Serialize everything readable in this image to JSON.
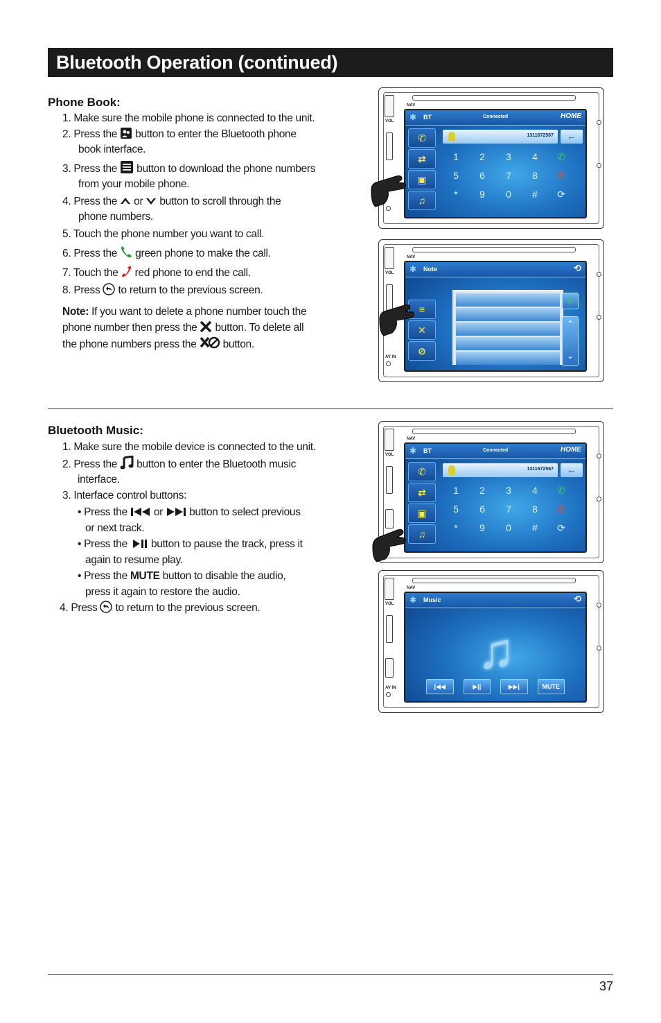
{
  "header": {
    "title": "Bluetooth Operation (continued)"
  },
  "phone_book": {
    "title": "Phone Book:",
    "steps": [
      "1. Make sure the mobile phone is connected to the unit.",
      "2. Press the",
      "button to enter the Bluetooth phone",
      "book interface.",
      "3. Press the",
      "button to download the phone numbers",
      "from your mobile phone.",
      "4. Press the",
      "or",
      "button to scroll through the",
      "phone numbers.",
      "5. Touch the phone number you want to call.",
      "6. Press the",
      "green phone to make the call.",
      "7. Touch the",
      "red phone to end the call.",
      "8. Press",
      "to return to the previous screen."
    ],
    "note_label": "Note:",
    "note_lines": [
      "If you want to delete a phone number touch the",
      "phone number then press the",
      "button. To delete all",
      "the phone numbers press the",
      "button."
    ]
  },
  "bluetooth_music": {
    "title": "Bluetooth Music:",
    "lines": [
      "1. Make sure the mobile device is connected to the unit.",
      "2. Press the",
      "button to enter the Bluetooth music",
      "interface.",
      "3. Interface control buttons:",
      "• Press the",
      "or",
      "button to select previous",
      "or next track.",
      "• Press the",
      "button to pause the track, press it",
      "again to resume play.",
      "• Press the",
      "MUTE",
      "button to disable the audio,",
      "press it again to restore the audio.",
      "4. Press",
      "to return to the previous screen."
    ]
  },
  "screens": {
    "bt_label": "BT",
    "connected": "Connected",
    "home": "HOME",
    "number": "1311672567",
    "keypad": [
      "1",
      "2",
      "3",
      "4",
      "5",
      "6",
      "7",
      "8",
      "*",
      "9",
      "0",
      "#"
    ],
    "note_label": "Note",
    "music_label": "Music",
    "mute": "MUTE",
    "nav": "NAV",
    "vol": "VOL",
    "av_in": "AV IN"
  },
  "footer": {
    "page_number": "37"
  }
}
